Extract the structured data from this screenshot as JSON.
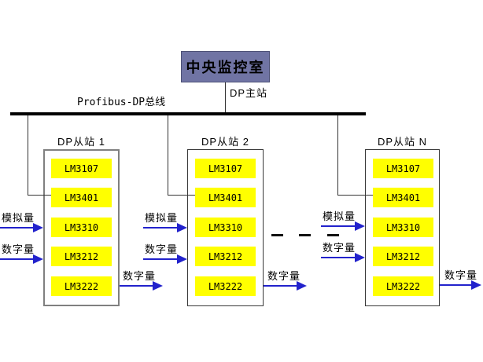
{
  "header": {
    "label": "中央监控室",
    "fill": "#7074a4"
  },
  "bus": {
    "label": "Profibus-DP总线",
    "master_label": "DP主站",
    "color": "#000000"
  },
  "colors": {
    "module_fill": "#ffff00",
    "arrow_blue": "#2222cc",
    "header_fill": "#7074a4"
  },
  "stations": [
    {
      "label": "DP从站 1",
      "modules": [
        "LM3107",
        "LM3401",
        "LM3310",
        "LM3212",
        "LM3222"
      ],
      "input_labels": [
        "模拟量",
        "数字量"
      ],
      "output_label": "数字量"
    },
    {
      "label": "DP从站 2",
      "modules": [
        "LM3107",
        "LM3401",
        "LM3310",
        "LM3212",
        "LM3222"
      ],
      "input_labels": [
        "模拟量",
        "数字量"
      ],
      "output_label": "数字量"
    },
    {
      "label": "DP从站 N",
      "modules": [
        "LM3107",
        "LM3401",
        "LM3310",
        "LM3212",
        "LM3222"
      ],
      "input_labels": [
        "模拟量",
        "数字量"
      ],
      "output_label": "数字量"
    }
  ],
  "continuation": {
    "style": "dashes",
    "count": 3
  }
}
